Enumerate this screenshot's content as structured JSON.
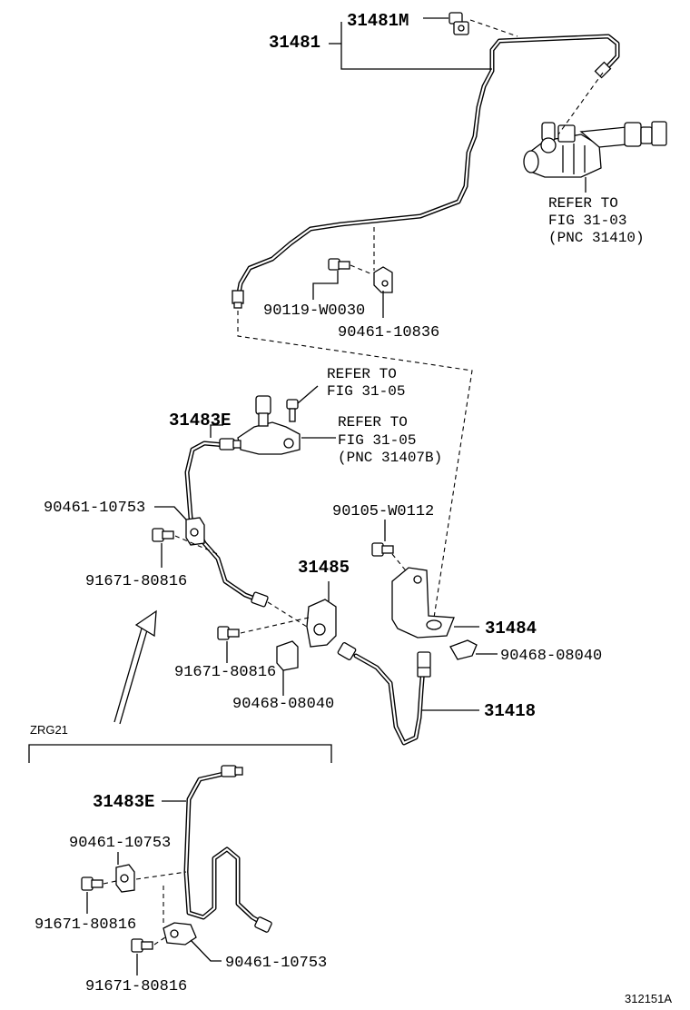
{
  "labels": {
    "p31481M": "31481M",
    "p31481": "31481",
    "ref_fig_31_03_line1": "REFER TO",
    "ref_fig_31_03_line2": "FIG 31-03",
    "ref_fig_31_03_line3": "(PNC 31410)",
    "p90119_W0030": "90119-W0030",
    "p90461_10836": "90461-10836",
    "ref_fig_31_05_a_line1": "REFER TO",
    "ref_fig_31_05_a_line2": "FIG 31-05",
    "ref_fig_31_05_b_line1": "REFER TO",
    "ref_fig_31_05_b_line2": "FIG 31-05",
    "ref_fig_31_05_b_line3": "(PNC 31407B)",
    "p31483E_top": "31483E",
    "p90461_10753_top": "90461-10753",
    "p90105_W0112": "90105-W0112",
    "p91671_80816_a": "91671-80816",
    "p31485": "31485",
    "p31484": "31484",
    "p90468_08040_right": "90468-08040",
    "p91671_80816_b": "91671-80816",
    "p90468_08040_bottom": "90468-08040",
    "p31418": "31418",
    "zrg21": "ZRG21",
    "p31483E_bottom": "31483E",
    "p90461_10753_left": "90461-10753",
    "p91671_80816_c": "91671-80816",
    "p90461_10753_right": "90461-10753",
    "p91671_80816_d": "91671-80816",
    "figure_code": "312151A"
  }
}
